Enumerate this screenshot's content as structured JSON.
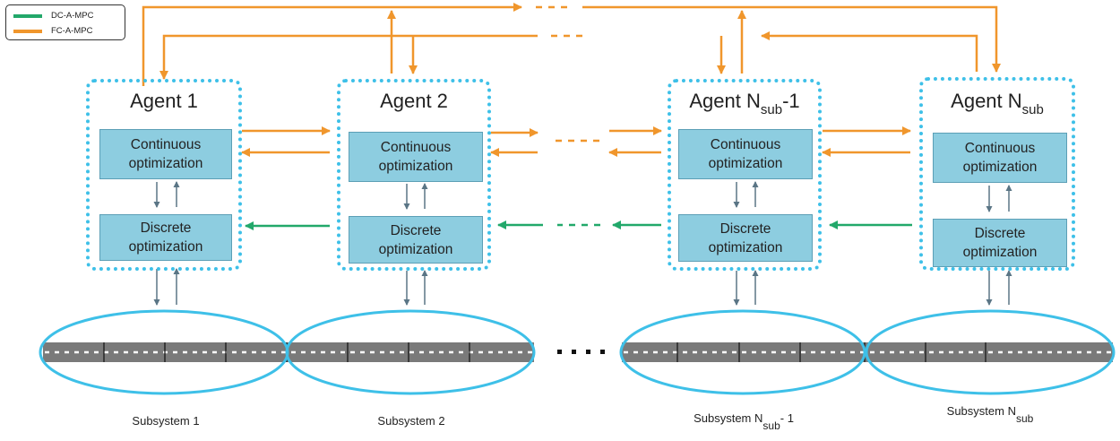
{
  "legend": [
    {
      "label": "DC-A-MPC",
      "color": "#22a86a"
    },
    {
      "label": "FC-A-MPC",
      "color": "#f0962c"
    }
  ],
  "agents": [
    {
      "name": "Agent 1",
      "sub": ""
    },
    {
      "name": "Agent 2",
      "sub": ""
    },
    {
      "name": "Agent N",
      "sub": "sub",
      "suffix": "-1"
    },
    {
      "name": "Agent N",
      "sub": "sub",
      "suffix": ""
    }
  ],
  "blocks": {
    "continuous": [
      "Continuous",
      "optimization"
    ],
    "discrete": [
      "Discrete",
      "optimization"
    ]
  },
  "subsystems": [
    {
      "label": "Subsystem 1",
      "sub": "",
      "suffix": ""
    },
    {
      "label": "Subsystem 2",
      "sub": "",
      "suffix": ""
    },
    {
      "label": "Subsystem N",
      "sub": "sub",
      "suffix": "- 1"
    },
    {
      "label": "Subsystem N",
      "sub": "sub",
      "suffix": ""
    }
  ],
  "colors": {
    "orange": "#f0962c",
    "green": "#22a86a",
    "dotted_border": "#3ec0e8",
    "block_fill": "#8dcde0",
    "ellipse": "#3ec0e8",
    "road": "#7a7a7a",
    "small_arrow": "#5a7585"
  }
}
